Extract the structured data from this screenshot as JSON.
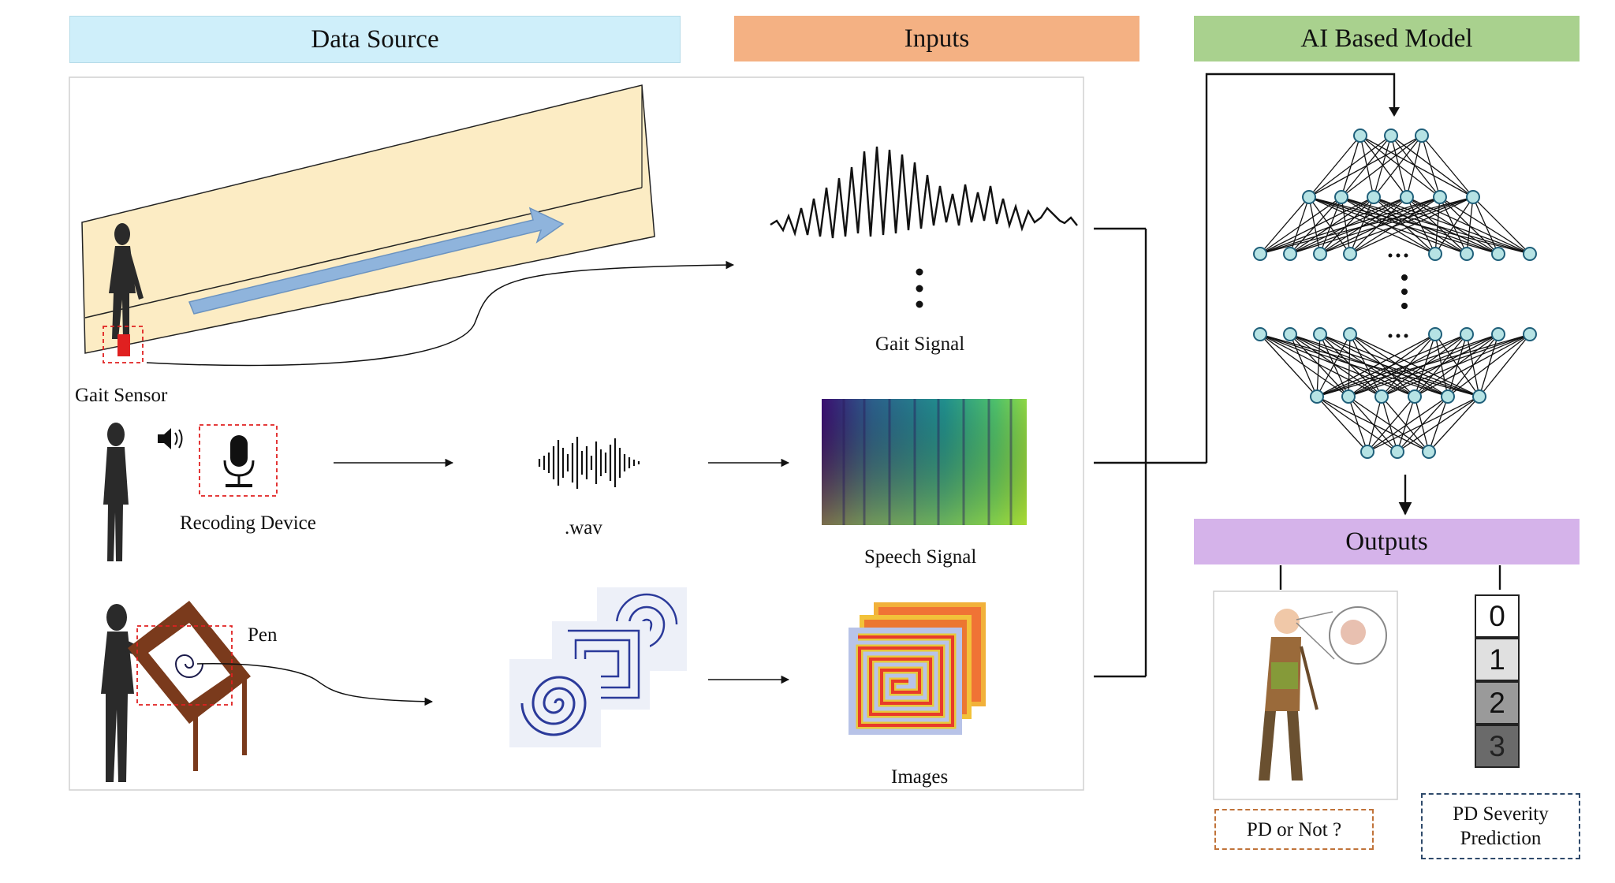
{
  "headers": {
    "data_source": "Data Source",
    "inputs": "Inputs",
    "ai_model": "AI Based Model",
    "outputs": "Outputs"
  },
  "labels": {
    "gait_sensor": "Gait Sensor",
    "recording_device": "Recoding Device",
    "pen": "Pen",
    "wav": ".wav",
    "gait_signal": "Gait Signal",
    "speech_signal": "Speech Signal",
    "images": "Images"
  },
  "outputs": {
    "pd_or_not": "PD or Not ?",
    "severity_line1": "PD Severity",
    "severity_line2": "Prediction",
    "severity_levels": [
      "0",
      "1",
      "2",
      "3"
    ]
  },
  "colors": {
    "data_source_header": "#cfeffa",
    "inputs_header": "#f4b183",
    "ai_model_header": "#a9d18e",
    "outputs_header": "#d5b3ea",
    "walkway": "#fcecc4",
    "arrow_blue": "#8fb4dc",
    "node_fill": "#b6e3e4",
    "node_stroke": "#1f5f7a",
    "severity_fills": [
      "#ffffff",
      "#e0e0e0",
      "#9a9a9a",
      "#6a6a6a"
    ],
    "pd_box_border": "#c0733a",
    "severity_box_border": "#2f4a6b",
    "sensor_red": "#e02020"
  },
  "icons": [
    "speaker-icon",
    "microphone-icon"
  ]
}
